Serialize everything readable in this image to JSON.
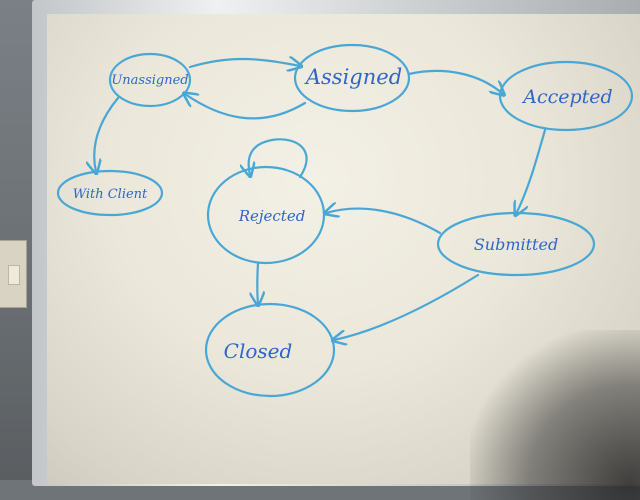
{
  "colors": {
    "marker": "#49a7d6",
    "ink_text": "#2f66c9",
    "board": "#ebe7da",
    "wall": "#6f7478"
  },
  "nodes": {
    "unassigned": "Unassigned",
    "assigned": "Assigned",
    "accepted": "Accepted",
    "with_client": "With Client",
    "rejected": "Rejected",
    "submitted": "Submitted",
    "closed": "Closed"
  }
}
